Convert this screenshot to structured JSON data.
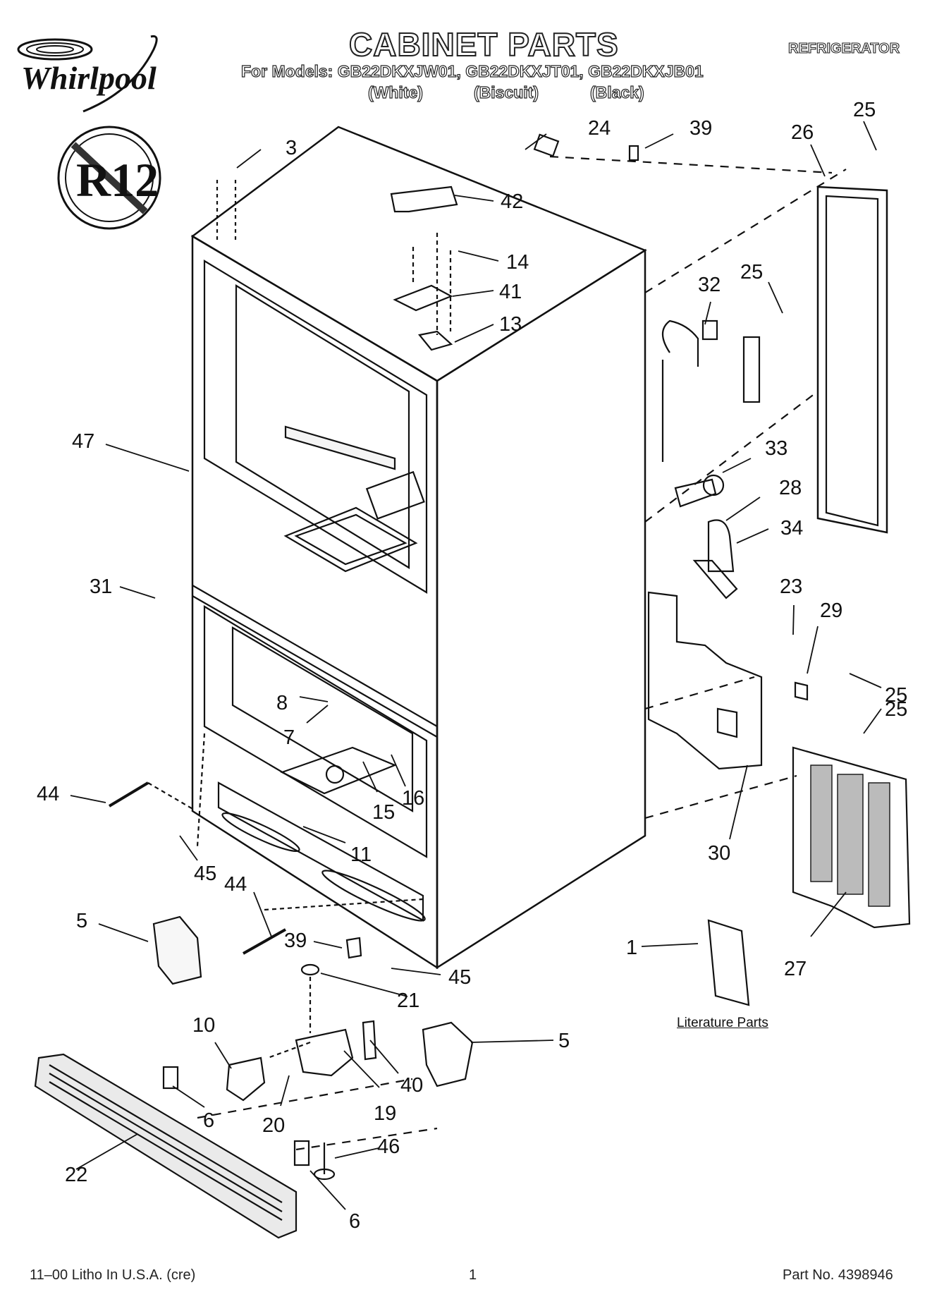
{
  "header": {
    "brand": "Whirlpool",
    "title": "CABINET PARTS",
    "appliance": "REFRIGERATOR",
    "models_line": "For Models: GB22DKXJW01, GB22DKXJT01, GB22DKXJB01",
    "colors": [
      "(White)",
      "(Biscuit)",
      "(Black)"
    ]
  },
  "badge": {
    "text": "R12"
  },
  "literature_label": "Literature Parts",
  "callouts": [
    "3",
    "24",
    "39",
    "25",
    "26",
    "42",
    "14",
    "41",
    "13",
    "32",
    "25",
    "47",
    "33",
    "28",
    "34",
    "31",
    "23",
    "29",
    "25",
    "8",
    "7",
    "25",
    "44",
    "16",
    "15",
    "11",
    "30",
    "45",
    "44",
    "5",
    "39",
    "45",
    "1",
    "27",
    "21",
    "10",
    "5",
    "40",
    "19",
    "6",
    "20",
    "46",
    "22",
    "6"
  ],
  "footer": {
    "left": "11–00 Litho In U.S.A. (cre)",
    "center": "1",
    "right": "Part No. 4398946"
  }
}
